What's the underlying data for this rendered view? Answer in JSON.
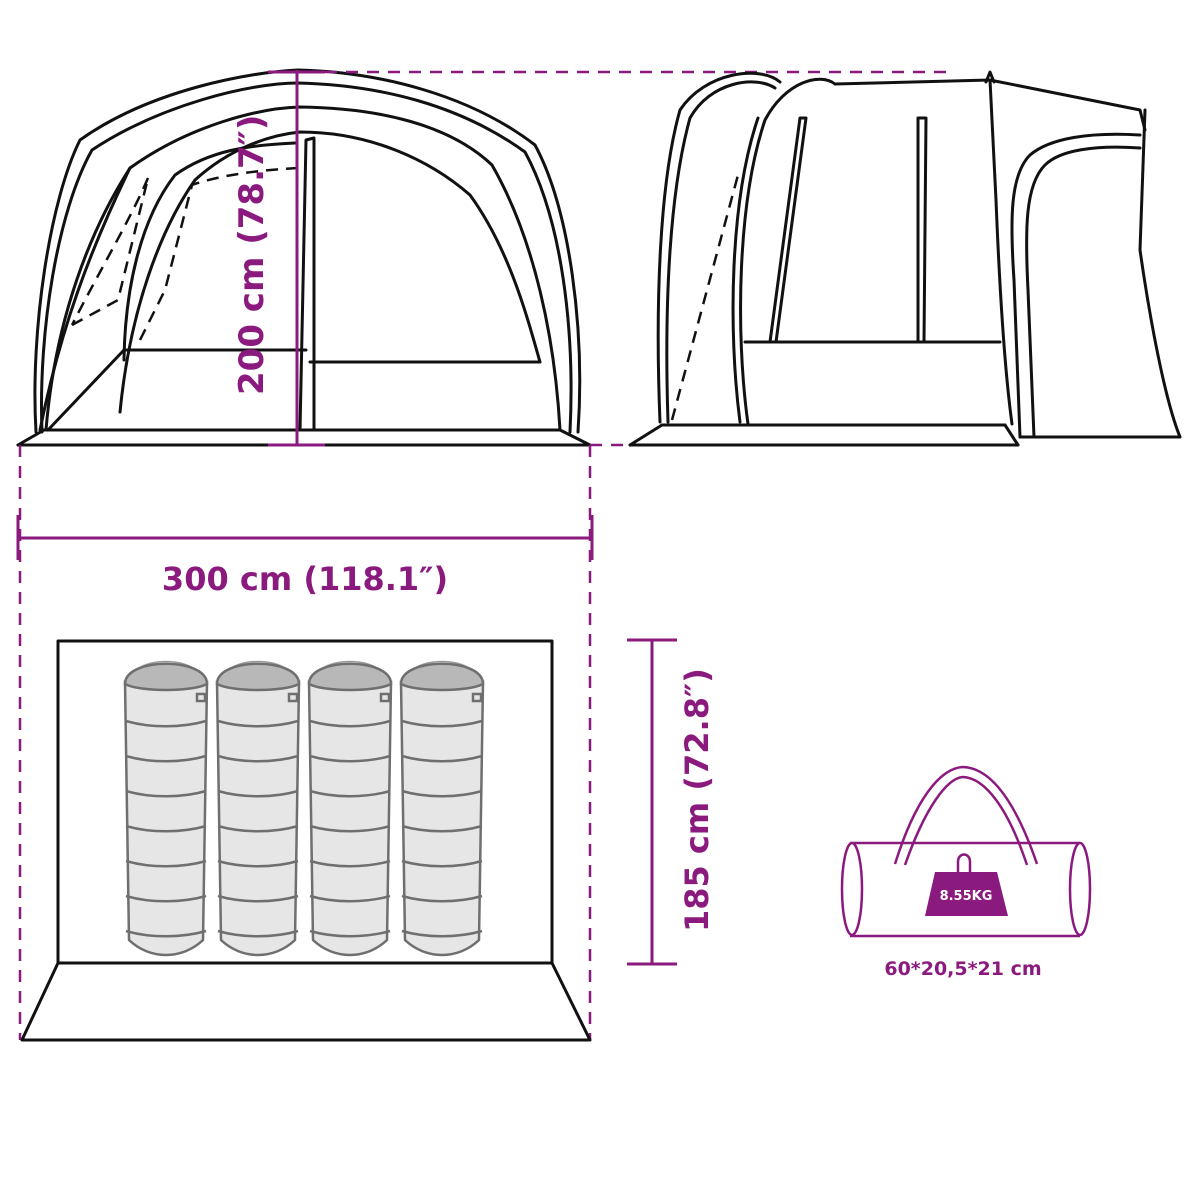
{
  "diagram": {
    "title": "Tent dimensions diagram",
    "colors": {
      "dimension_accent": "#8b1a7e",
      "outline": "#111111",
      "sleeping_bag_fill": "#e6e6e6",
      "sleeping_bag_head": "#b8b8b8"
    },
    "views": {
      "front_view": {
        "label": "front-view"
      },
      "side_view": {
        "label": "side-view"
      },
      "floor_plan": {
        "label": "floor-plan",
        "sleeping_bag_count": 4
      },
      "carry_bag": {
        "label": "carry-bag"
      }
    },
    "dimensions": {
      "height": "200 cm (78.7″)",
      "width": "300 cm (118.1″)",
      "depth": "185 cm (72.8″)",
      "packed_size": "60*20,5*21 cm",
      "weight": "8.55KG"
    }
  }
}
